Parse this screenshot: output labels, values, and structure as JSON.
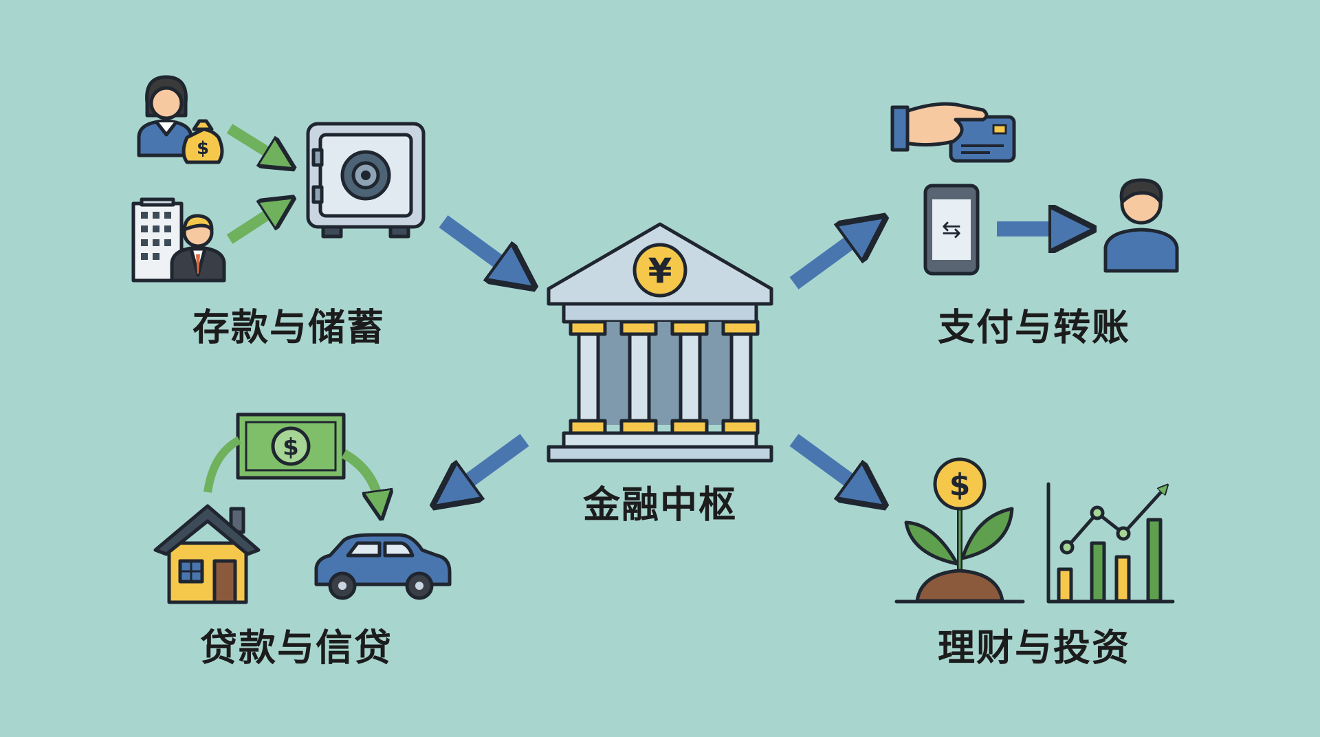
{
  "title": "金融中枢",
  "center": {
    "label": "金融中枢",
    "symbol": "¥"
  },
  "sections": {
    "deposit": {
      "label": "存款与储蓄"
    },
    "payment": {
      "label": "支付与转账"
    },
    "loan": {
      "label": "贷款与信贷"
    },
    "invest": {
      "label": "理财与投资"
    }
  },
  "symbols": {
    "dollar": "$",
    "transfer": "⇆"
  },
  "colors": {
    "background": "#a9d5cf",
    "flow_arrow": "#4a76b0",
    "input_arrow": "#6fb15c",
    "gold": "#f5c84c",
    "outline": "#1f2630"
  }
}
